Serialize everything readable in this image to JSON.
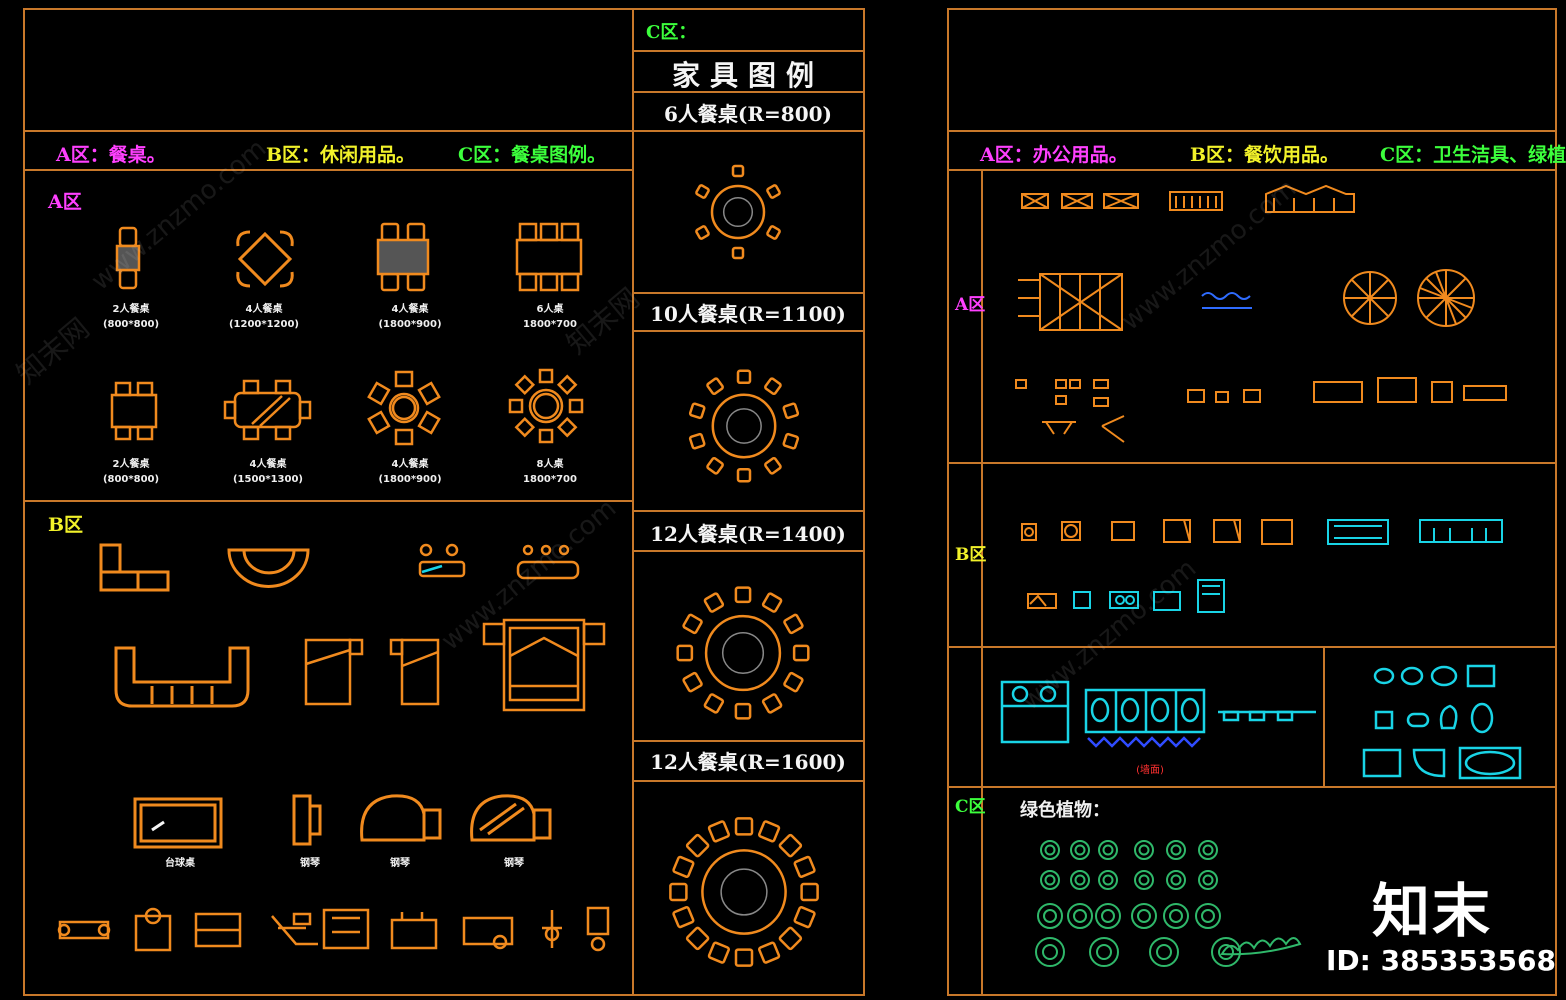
{
  "left_sheet": {
    "header": {
      "zone_a": "A区：餐桌。",
      "zone_b": "B区：休闲用品。",
      "zone_c": "C区：餐桌图例。"
    },
    "zone_a_label": "A区",
    "zone_b_label": "B区",
    "tables_row1": [
      {
        "name": "2人餐桌",
        "size": "(800*800)"
      },
      {
        "name": "4人餐桌",
        "size": "(1200*1200)"
      },
      {
        "name": "4人餐桌",
        "size": "(1800*900)"
      },
      {
        "name": "6人桌",
        "size": "1800*700"
      }
    ],
    "tables_row2": [
      {
        "name": "2人餐桌",
        "size": "(800*800)"
      },
      {
        "name": "4人餐桌",
        "size": "(1500*1300)"
      },
      {
        "name": "4人餐桌",
        "size": "(1800*900)"
      },
      {
        "name": "8人桌",
        "size": "1800*700"
      }
    ],
    "leisure_labels": [
      "台球桌",
      "钢琴",
      "钢琴",
      "钢琴"
    ]
  },
  "legend_panel": {
    "zone_label": "C区：",
    "title": "家具图例",
    "items": [
      {
        "label": "6人餐桌(R=800)",
        "seats": 6
      },
      {
        "label": "10人餐桌(R=1100)",
        "seats": 10
      },
      {
        "label": "12人餐桌(R=1400)",
        "seats": 12
      },
      {
        "label": "12人餐桌(R=1600)",
        "seats": 16
      }
    ]
  },
  "right_sheet": {
    "header": {
      "zone_a": "A区：办公用品。",
      "zone_b": "B区：餐饮用品。",
      "zone_c": "C区：卫生洁具、绿植"
    },
    "zone_a_label": "A区",
    "zone_b_label": "B区",
    "zone_c_label": "C区",
    "green_plants": "绿色植物：",
    "sink_note": "(墙面)"
  },
  "watermark": {
    "site": "www.znzmo.com",
    "brand": "知末网",
    "logo": "知末",
    "id": "ID: 385353568"
  },
  "colors": {
    "frame": "#c8782a",
    "furniture": "#f08a1e",
    "cyan": "#19d4e6",
    "plant": "#2fb86a"
  }
}
